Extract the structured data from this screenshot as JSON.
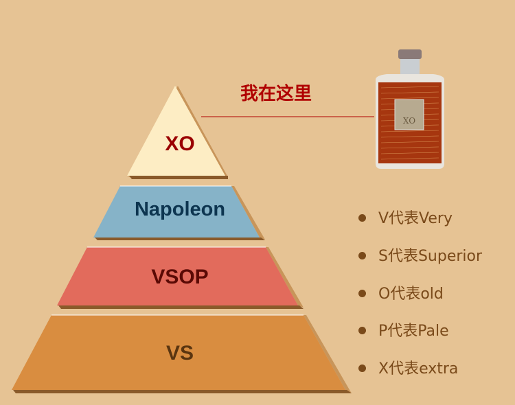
{
  "pyramid": [
    {
      "label": "XO",
      "fill": "#fdedc4",
      "text_color": "#9a0000"
    },
    {
      "label": "Napoleon",
      "fill": "#86b3c8",
      "text_color": "#0d3550"
    },
    {
      "label": "VSOP",
      "fill": "#e26b5c",
      "text_color": "#5a0a05"
    },
    {
      "label": "VS",
      "fill": "#d98d40",
      "text_color": "#5a3510"
    }
  ],
  "callout": {
    "text": "我在这里",
    "color": "#b00000"
  },
  "product_image": {
    "label": "XO"
  },
  "legend": [
    {
      "text": "V代表Very"
    },
    {
      "text": "S代表Superior"
    },
    {
      "text": "O代表old"
    },
    {
      "text": "P代表Pale"
    },
    {
      "text": "X代表extra"
    }
  ],
  "colors": {
    "background": "#e6c394",
    "shadow": "#8a5a2a",
    "side": "#c8955a"
  }
}
